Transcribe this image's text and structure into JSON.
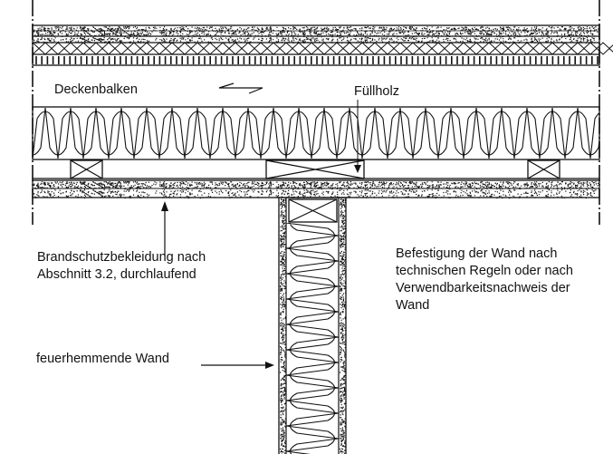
{
  "labels": {
    "deckenbalken": "Deckenbalken",
    "fuellholz": "Füllholz",
    "brandschutz_line1": "Brandschutzbekleidung nach",
    "brandschutz_line2": "Abschnitt 3.2, durchlaufend",
    "befestigung_line1": "Befestigung der Wand nach",
    "befestigung_line2": "technischen Regeln oder nach",
    "befestigung_line3": "Verwendbarkeitsnachweis der",
    "befestigung_line4": "Wand",
    "wand": "feuerhemmende Wand"
  },
  "colors": {
    "ink": "#111111",
    "paper": "#ffffff"
  }
}
